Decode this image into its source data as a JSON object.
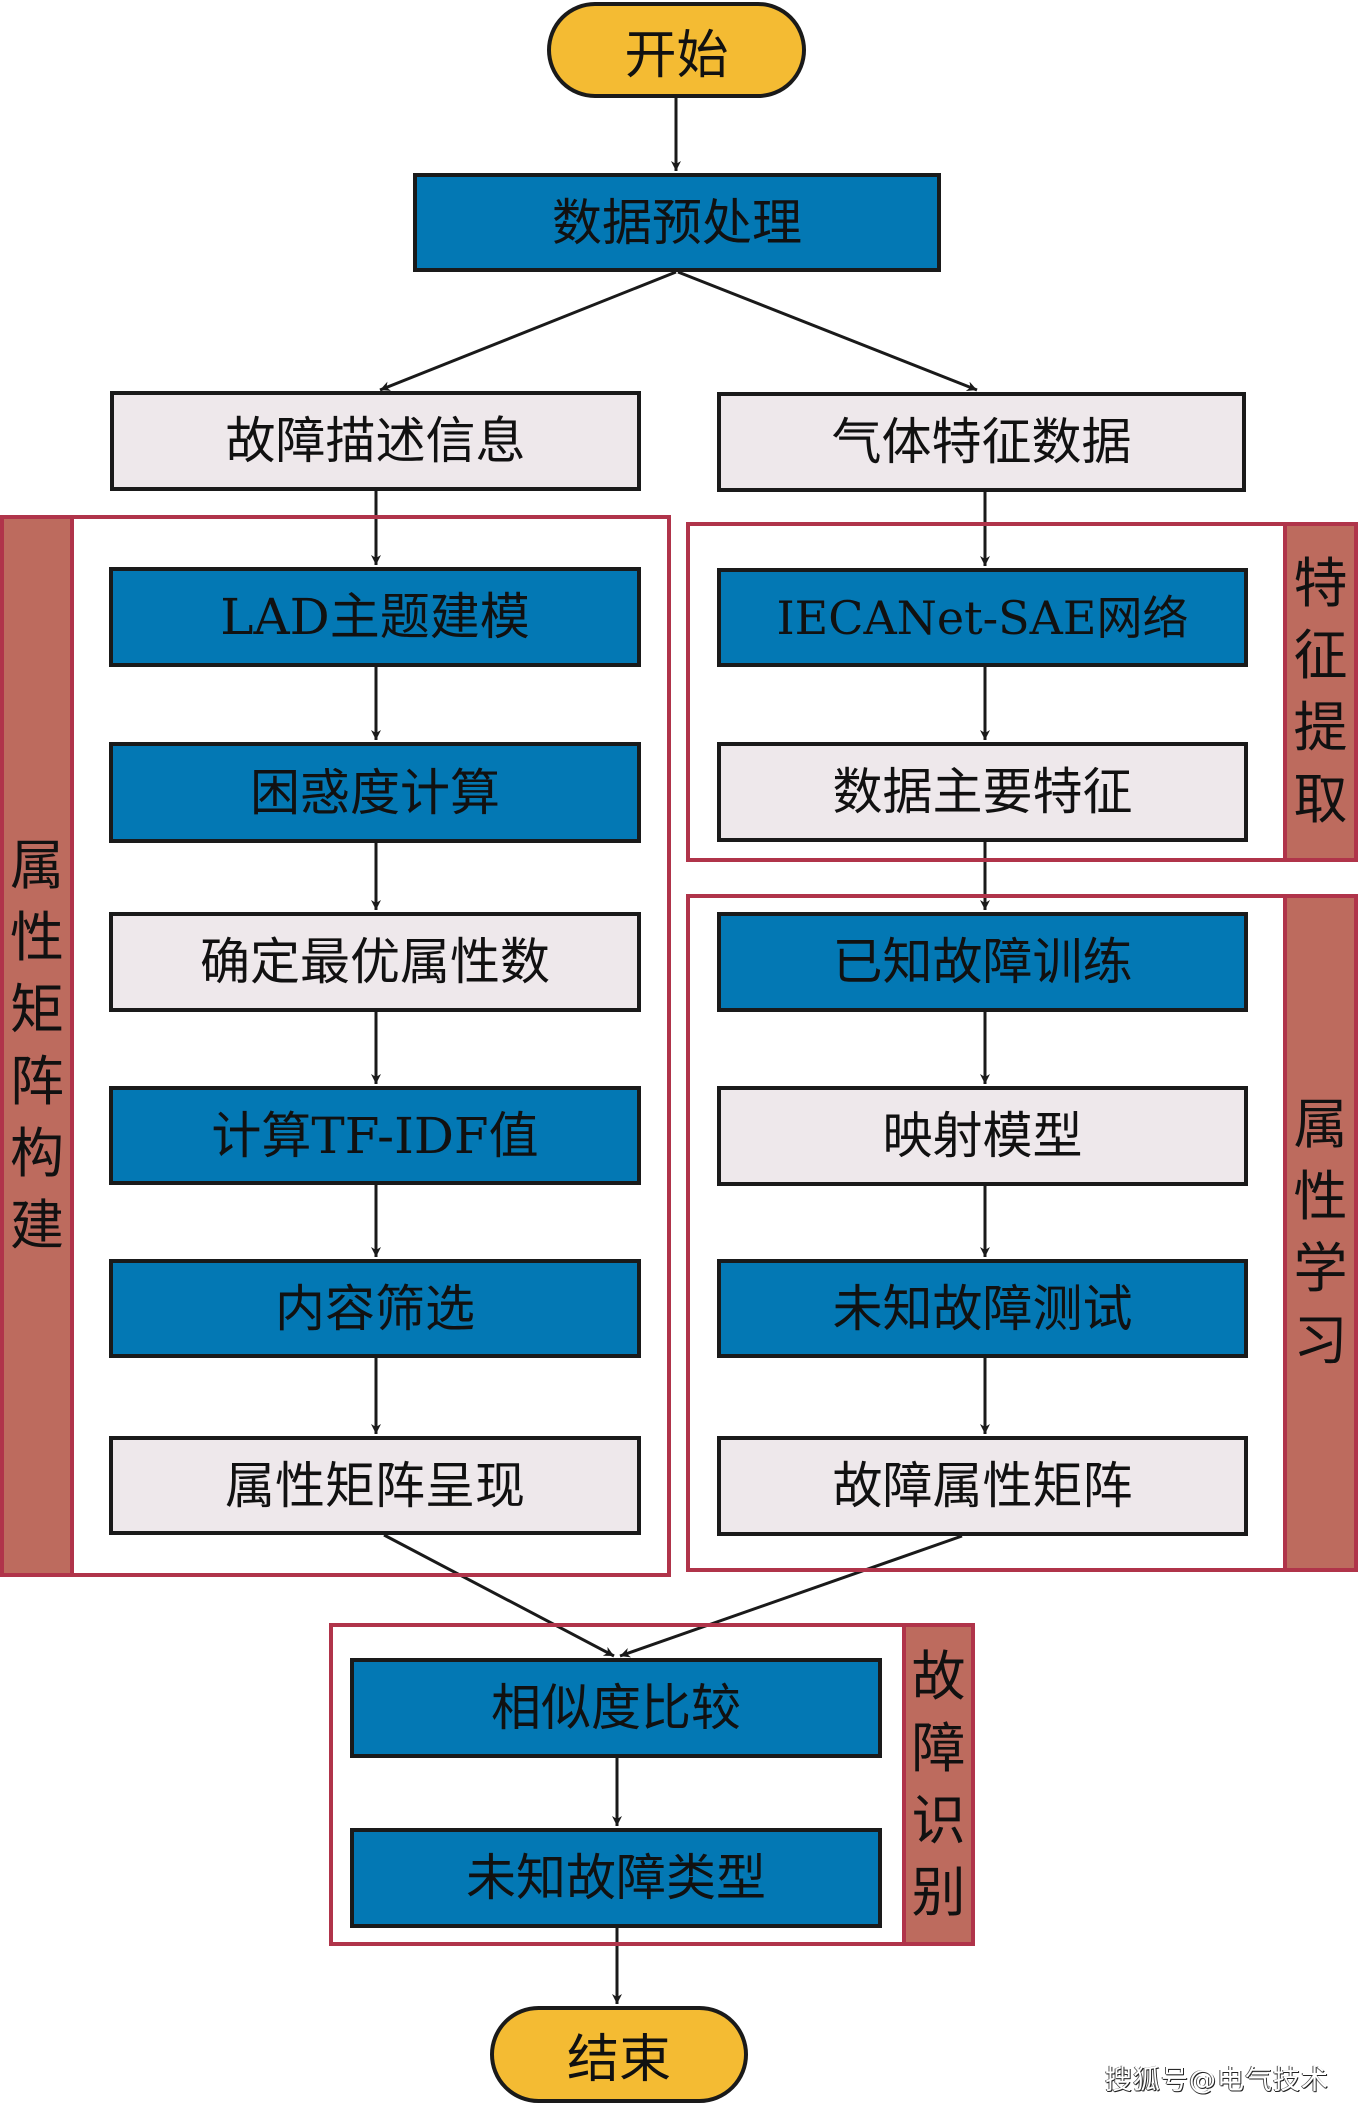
{
  "colors": {
    "process_blue": "#0378b4",
    "process_light": "#eee8eb",
    "terminal_yellow": "#f4bb33",
    "group_border_red": "#b0344a",
    "group_label_fill": "#bd6b5e",
    "line_black": "#1a1a1a"
  },
  "terminals": {
    "start": "开始",
    "end": "结束"
  },
  "preprocess": {
    "label": "数据预处理"
  },
  "left_branch": {
    "input": "故障描述信息",
    "group_label": [
      "属",
      "性",
      "矩",
      "阵",
      "构",
      "建"
    ],
    "group_title": "属性矩阵构建",
    "steps": [
      {
        "label": "LAD主题建模",
        "style": "blue"
      },
      {
        "label": "困惑度计算",
        "style": "blue"
      },
      {
        "label": "确定最优属性数",
        "style": "light"
      },
      {
        "label": "计算TF-IDF值",
        "style": "blue"
      },
      {
        "label": "内容筛选",
        "style": "blue"
      },
      {
        "label": "属性矩阵呈现",
        "style": "light"
      }
    ]
  },
  "right_branch": {
    "input": "气体特征数据",
    "feature_group": {
      "title": "特征提取",
      "label": [
        "特",
        "征",
        "提",
        "取"
      ],
      "steps": [
        {
          "label": "IECANet-SAE网络",
          "style": "blue"
        },
        {
          "label": "数据主要特征",
          "style": "light"
        }
      ]
    },
    "attribute_group": {
      "title": "属性学习",
      "label": [
        "属",
        "性",
        "学",
        "习"
      ],
      "steps": [
        {
          "label": "已知故障训练",
          "style": "blue"
        },
        {
          "label": "映射模型",
          "style": "light"
        },
        {
          "label": "未知故障测试",
          "style": "blue"
        },
        {
          "label": "故障属性矩阵",
          "style": "light"
        }
      ]
    }
  },
  "identification_group": {
    "title": "故障识别",
    "label": [
      "故",
      "障",
      "识",
      "别"
    ],
    "steps": [
      {
        "label": "相似度比较",
        "style": "blue"
      },
      {
        "label": "未知故障类型",
        "style": "blue"
      }
    ]
  },
  "watermark": "搜狐号@电气技术"
}
